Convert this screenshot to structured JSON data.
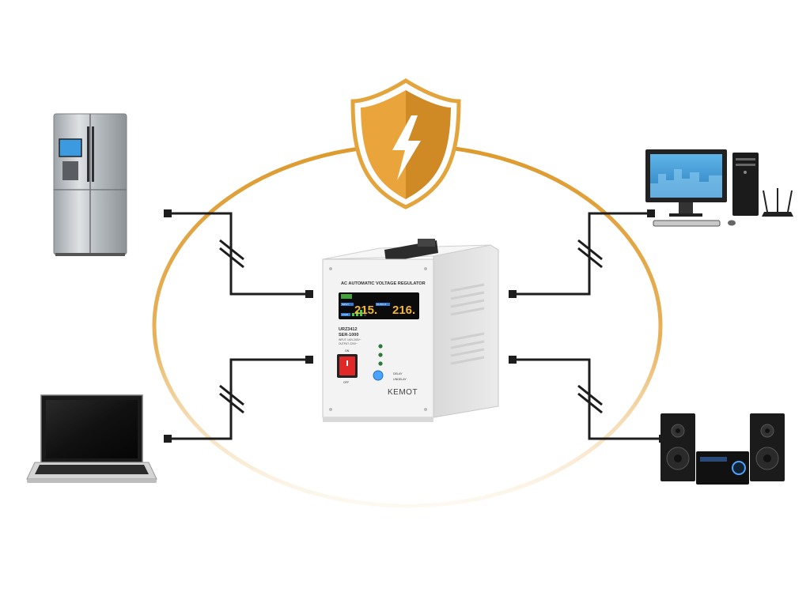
{
  "colors": {
    "ring": "#e3a43c",
    "shield_gold": "#e8a33a",
    "shield_dark": "#c9811c",
    "wire": "#1d1d1d",
    "device_body": "#f1f1f1",
    "display_digits": "#f2b632",
    "switch_red": "#e02828"
  },
  "regulator": {
    "panel_title": "AC AUTOMATIC VOLTAGE REGULATOR",
    "input_label": "INPUT",
    "output_label": "OUTPUT",
    "load_label": "LOAD",
    "input_reading": "215.",
    "output_reading": "216.",
    "model_code": "URZ3412",
    "series": "SER-1000",
    "spec_input": "INPUT: 140V-260V~",
    "spec_output": "OUTPUT: 220V~",
    "on_label": "ON",
    "off_label": "OFF",
    "delay_label": "DELAY",
    "undelay_label": "UNDELAY",
    "brand": "KEMOT"
  },
  "icons": {
    "shield": "lightning-shield-icon",
    "fridge": "refrigerator-icon",
    "laptop": "laptop-icon",
    "desktop": "desktop-computer-icon",
    "router": "wifi-router-icon",
    "stereo": "hifi-stereo-icon"
  }
}
